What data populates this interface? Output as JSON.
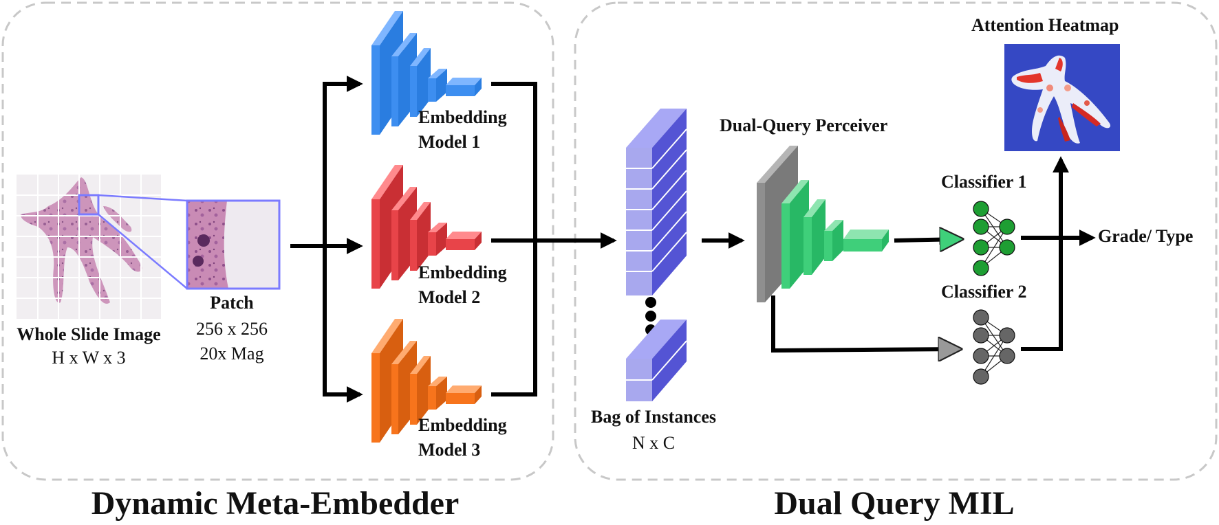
{
  "sections": {
    "left_title": "Dynamic Meta-Embedder",
    "right_title": "Dual Query MIL"
  },
  "wsi": {
    "title": "Whole Slide Image",
    "dims": "H x W x 3"
  },
  "patch": {
    "title": "Patch",
    "size": "256 x 256",
    "mag": "20x Mag"
  },
  "embedding_models": [
    {
      "line1": "Embedding",
      "line2": "Model 1",
      "color": "#3d8ef0"
    },
    {
      "line1": "Embedding",
      "line2": "Model 2",
      "color": "#e84449"
    },
    {
      "line1": "Embedding",
      "line2": "Model 3",
      "color": "#f7741c"
    }
  ],
  "bag": {
    "title": "Bag of Instances",
    "dims": "N x C",
    "color": "#5454d4"
  },
  "perceiver": {
    "title": "Dual-Query Perceiver",
    "color": "#3fcf7a"
  },
  "classifiers": [
    {
      "label": "Classifier 1",
      "color": "#1e9e33"
    },
    {
      "label": "Classifier 2",
      "color": "#666666"
    }
  ],
  "heatmap": {
    "title": "Attention Heatmap",
    "background": "#3548c4"
  },
  "output": {
    "label": "Grade/ Type"
  }
}
